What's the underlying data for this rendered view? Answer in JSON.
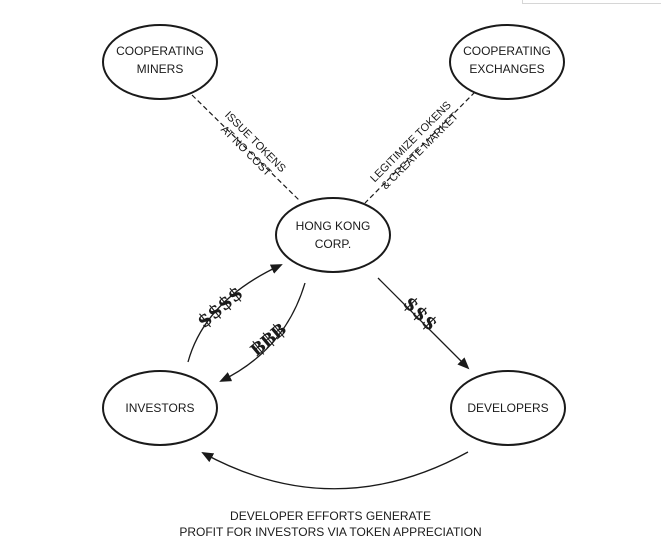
{
  "nodes": {
    "miners": [
      "COOPERATING",
      "MINERS"
    ],
    "exchanges": [
      "COOPERATING",
      "EXCHANGES"
    ],
    "corp": [
      "HONG KONG",
      "CORP."
    ],
    "investors": [
      "INVESTORS"
    ],
    "developers": [
      "DEVELOPERS"
    ]
  },
  "edges": {
    "miners_label": [
      "ISSUE TOKENS",
      "AT NO COST"
    ],
    "exchanges_label": [
      "LEGITIMIZE TOKENS",
      "& CREATE MARKET"
    ],
    "investors_to_corp": "$$$$",
    "corp_to_investors": "฿฿฿",
    "corp_to_developers": "$$$"
  },
  "caption": {
    "line1": "DEVELOPER EFFORTS GENERATE",
    "line2": "PROFIT FOR INVESTORS VIA TOKEN APPRECIATION"
  }
}
